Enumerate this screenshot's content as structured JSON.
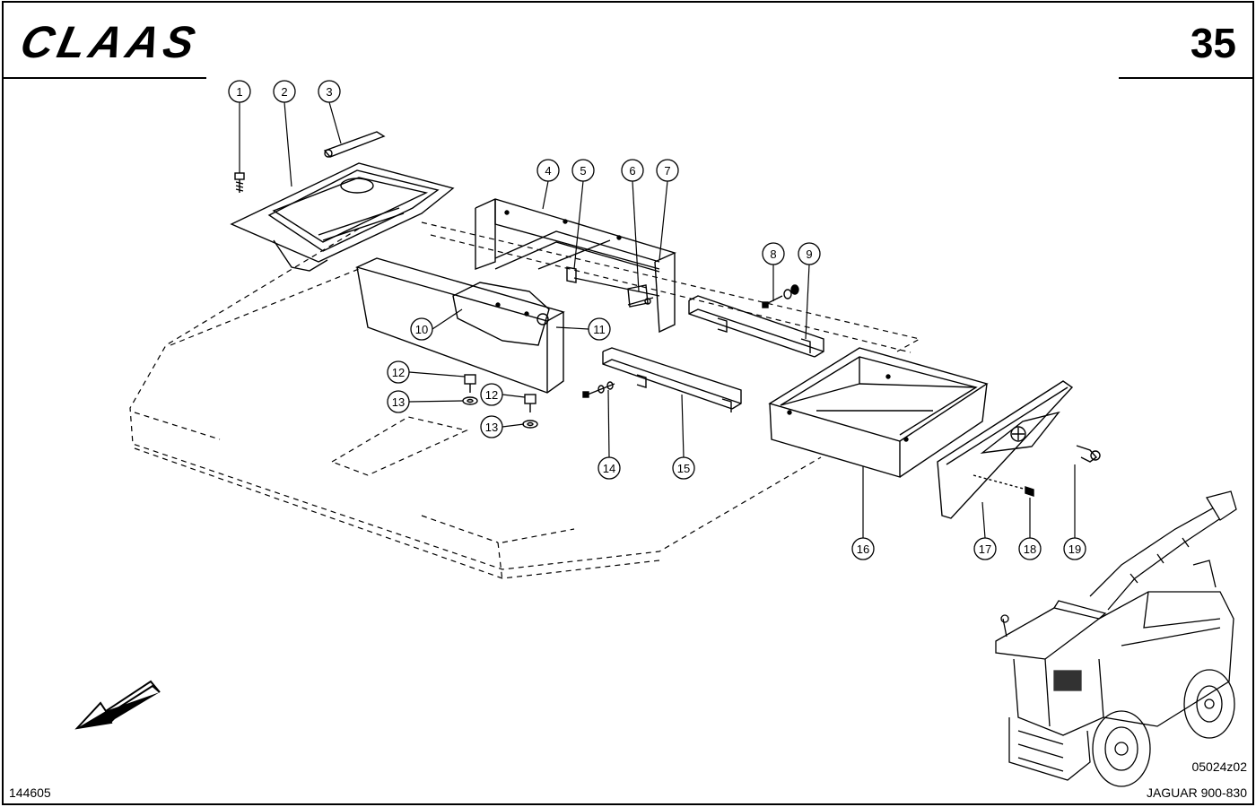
{
  "header": {
    "brand": "CLAAS",
    "page_number": "35"
  },
  "footer": {
    "drawing_id": "144605",
    "view_code": "05024z02",
    "model": "JAGUAR 900-830"
  },
  "callouts": [
    {
      "number": "1"
    },
    {
      "number": "2"
    },
    {
      "number": "3"
    },
    {
      "number": "4"
    },
    {
      "number": "5"
    },
    {
      "number": "6"
    },
    {
      "number": "7"
    },
    {
      "number": "8"
    },
    {
      "number": "9"
    },
    {
      "number": "10"
    },
    {
      "number": "11"
    },
    {
      "number": "12"
    },
    {
      "number": "13"
    },
    {
      "number": "12"
    },
    {
      "number": "13"
    },
    {
      "number": "14"
    },
    {
      "number": "15"
    },
    {
      "number": "16"
    },
    {
      "number": "17"
    },
    {
      "number": "18"
    },
    {
      "number": "19"
    }
  ],
  "icons": {
    "direction": "direction-arrow-icon",
    "machine": "forage-harvester-icon"
  },
  "colors": {
    "line": "#000000",
    "background": "#ffffff"
  }
}
